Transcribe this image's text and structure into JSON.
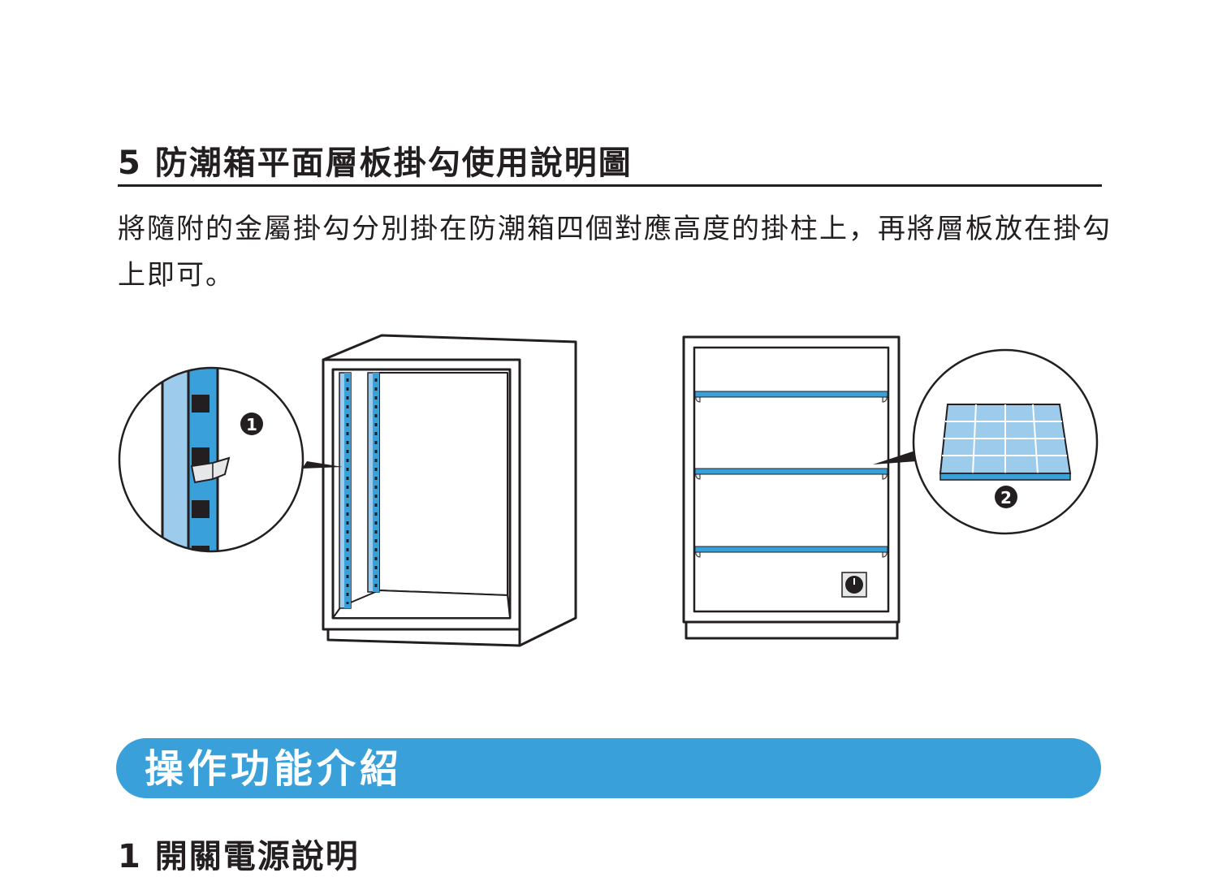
{
  "section": {
    "heading": "5 防潮箱平面層板掛勾使用說明圖",
    "description": "將隨附的金屬掛勾分別掛在防潮箱四個對應高度的掛柱上，再將層板放在掛勾上即可。"
  },
  "figure": {
    "callout_1": "1",
    "callout_2": "2"
  },
  "banner": {
    "label": "操作功能介紹"
  },
  "next_section": {
    "heading": "1 開關電源說明"
  },
  "colors": {
    "accent": "#3aa0da",
    "light_blue": "#9ccbec",
    "line": "#231f20"
  }
}
